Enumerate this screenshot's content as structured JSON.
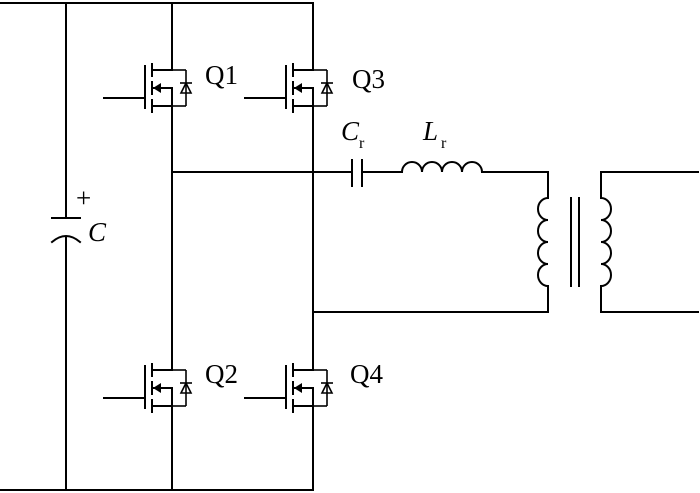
{
  "labels": {
    "q1": "Q1",
    "q2": "Q2",
    "q3": "Q3",
    "q4": "Q4",
    "capacitor": "C",
    "capacitor_polarity": "+",
    "resonant_cap": "C",
    "resonant_cap_sub": "r",
    "resonant_ind": "L",
    "resonant_ind_sub": "r"
  }
}
